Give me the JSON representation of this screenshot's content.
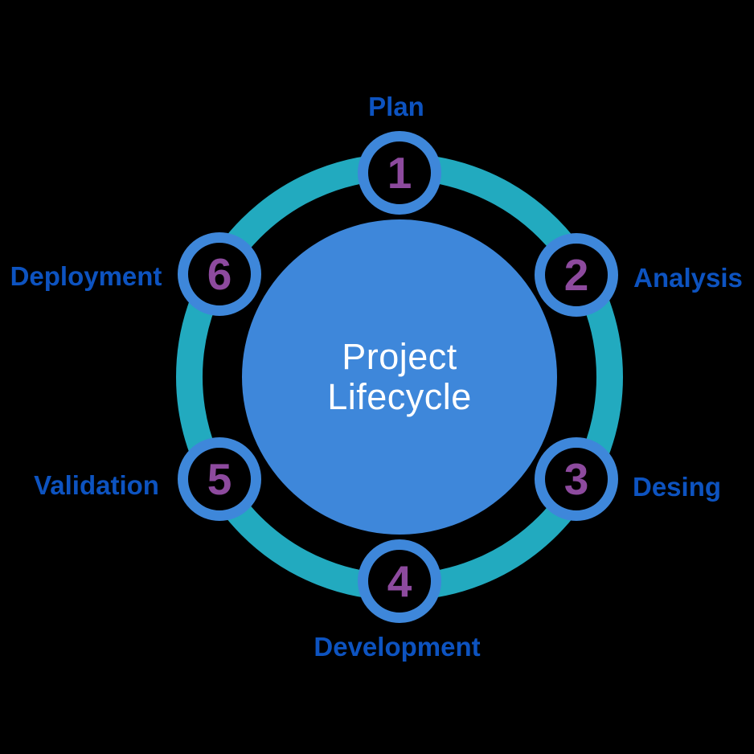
{
  "diagram": {
    "title_line1": "Project",
    "title_line2": "Lifecycle",
    "steps": [
      {
        "number": "1",
        "label": "Plan"
      },
      {
        "number": "2",
        "label": "Analysis"
      },
      {
        "number": "3",
        "label": "Desing"
      },
      {
        "number": "4",
        "label": "Development"
      },
      {
        "number": "5",
        "label": "Validation"
      },
      {
        "number": "6",
        "label": "Deployment"
      }
    ],
    "colors": {
      "background": "#000000",
      "center_fill": "#3e87da",
      "node_border": "#3e87da",
      "ring": "#22aabf",
      "number": "#8d4a9e",
      "label": "#0d53c0",
      "title_text": "#ffffff"
    }
  }
}
